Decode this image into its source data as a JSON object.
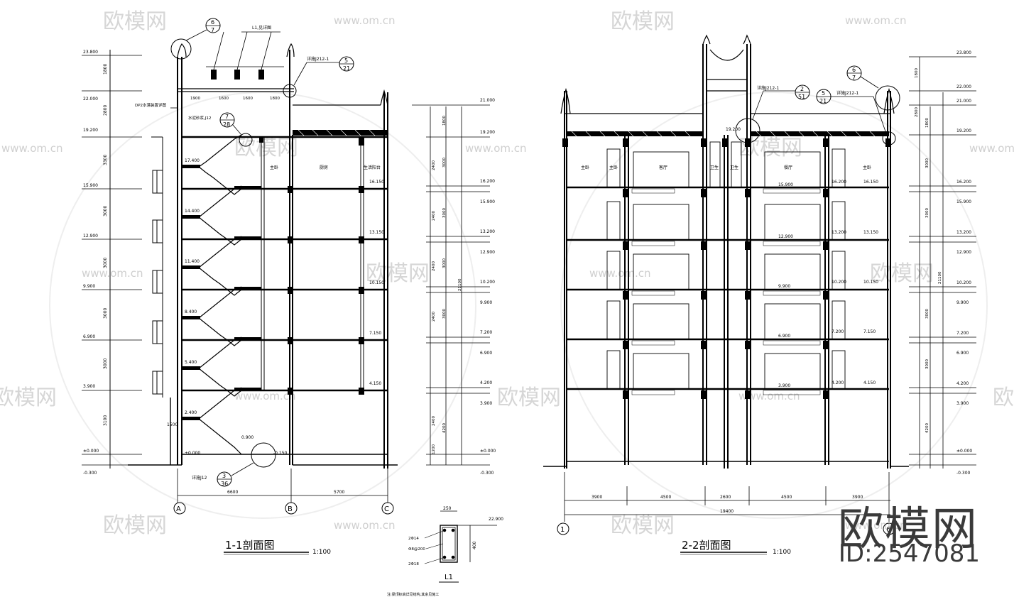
{
  "watermarks": {
    "cn": "欧模网",
    "site": "www.om.cn"
  },
  "brand": {
    "name": "欧模网",
    "id": "ID:2547081"
  },
  "section1": {
    "title": "1-1剖面图",
    "scale": "1:100",
    "elevations_left": [
      "23.800",
      "22.000",
      "19.200",
      "15.900",
      "12.900",
      "9.900",
      "6.900",
      "3.900",
      "±0.000",
      "-0.300"
    ],
    "elevations_right": [
      "21.000",
      "19.200",
      "16.200",
      "15.900",
      "13.200",
      "12.900",
      "10.200",
      "9.900",
      "7.200",
      "6.900",
      "4.200",
      "3.900",
      "±0.000",
      "-0.300"
    ],
    "stair_levels": [
      "17.400",
      "14.400",
      "11.400",
      "8.400",
      "5.400",
      "2.400",
      "±0.000",
      "0.900",
      "-0.150"
    ],
    "floor_marks": [
      "16.150",
      "13.150",
      "10.150",
      "7.150",
      "4.150"
    ],
    "room_labels": [
      "主卧",
      "厨房",
      "生活阳台"
    ],
    "notes": [
      "L1,见详图",
      "详施J212-1",
      "DP2水落装置详图",
      "水泥砂浆,J12",
      "详施J12"
    ],
    "dims_left": [
      "1800",
      "2800",
      "3300",
      "3000",
      "3000",
      "3000",
      "3000",
      "3100"
    ],
    "dims_right": [
      "1800",
      "3000",
      "2400",
      "3000",
      "2400",
      "3000",
      "2400",
      "3000",
      "2400",
      "4200",
      "2400",
      "1200"
    ],
    "dims_top": [
      "1900",
      "1600",
      "1600",
      "1800"
    ],
    "dim_bottom": [
      "6600",
      "5700"
    ],
    "axes": [
      "A",
      "B",
      "C"
    ],
    "callouts": [
      {
        "top": "6",
        "bottom": "7"
      },
      {
        "top": "5",
        "bottom": "21"
      },
      {
        "top": "7",
        "bottom": "28"
      },
      {
        "top": "3",
        "bottom": "36"
      }
    ],
    "misc": [
      "1500",
      "21100"
    ]
  },
  "beam": {
    "label": "L1",
    "width": "250",
    "height": "400",
    "level": "22.900",
    "rebar": [
      "2Φ14",
      "Φ8@200",
      "2Φ18"
    ],
    "note": "注:梁顶标高详见结构,其余见施工"
  },
  "section2": {
    "title": "2-2剖面图",
    "scale": "1:100",
    "elevations_right": [
      "23.800",
      "22.000",
      "21.000",
      "19.200",
      "16.200",
      "15.900",
      "13.200",
      "12.900",
      "10.200",
      "9.900",
      "7.200",
      "6.900",
      "4.200",
      "3.900",
      "±0.000",
      "-0.300"
    ],
    "floor_marks": [
      "15.900",
      "12.900",
      "9.900",
      "6.900",
      "3.900"
    ],
    "side_marks": [
      "16.200",
      "13.200",
      "10.200",
      "7.200",
      "4.200"
    ],
    "side_marks2": [
      "16.150",
      "13.150",
      "10.150",
      "7.150",
      "4.150"
    ],
    "room_labels": [
      "主卧",
      "主卧",
      "客厅",
      "卫生",
      "卫生",
      "餐厅",
      "主卧"
    ],
    "notes": [
      "详施J212-1",
      "详施J212-1"
    ],
    "dims_right": [
      "1800",
      "2800",
      "3000",
      "3000",
      "3000",
      "3000",
      "4200",
      "21100"
    ],
    "dims_bottom": [
      "3900",
      "4500",
      "2600",
      "4500",
      "3900"
    ],
    "dim_total": "19400",
    "axes": [
      "1",
      "6"
    ],
    "callouts": [
      {
        "top": "2",
        "bottom": "51"
      },
      {
        "top": "5",
        "bottom": "21"
      },
      {
        "top": "6",
        "bottom": "7"
      }
    ],
    "misc": [
      "19.200"
    ]
  }
}
